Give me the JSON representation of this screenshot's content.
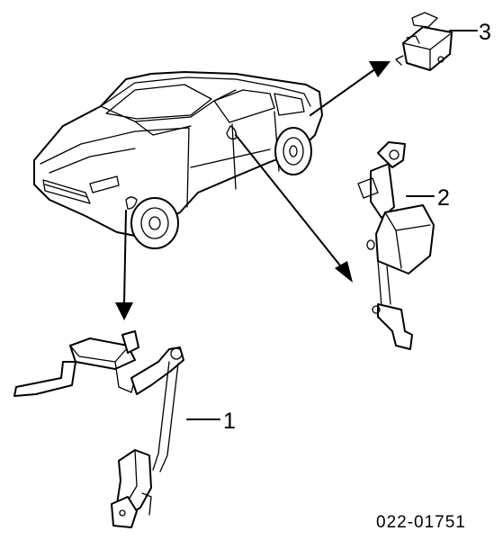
{
  "callouts": {
    "part1": "1",
    "part2": "2",
    "part3": "3"
  },
  "diagram_code": "022-01751"
}
